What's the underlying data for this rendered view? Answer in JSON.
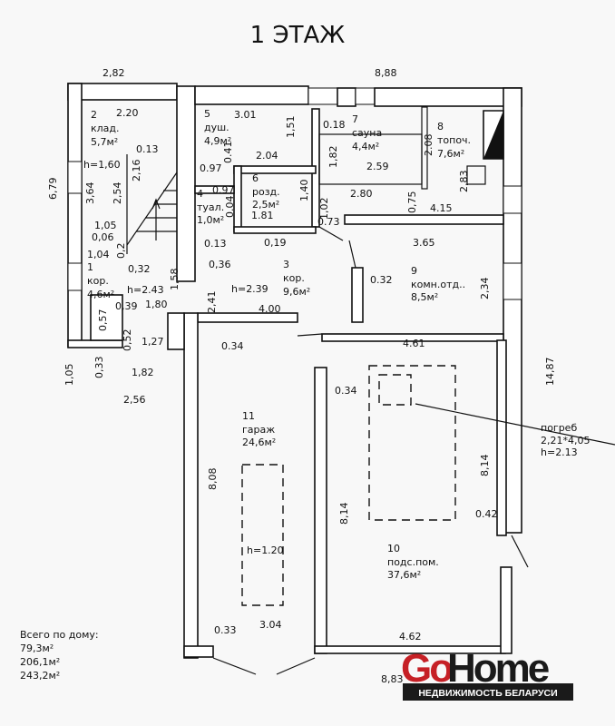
{
  "title": "1 ЭТАЖ",
  "rooms": [
    {
      "num": "1",
      "name": "кор.",
      "area": "4,6м²"
    },
    {
      "num": "2",
      "name": "клад.",
      "area": "5,7м²"
    },
    {
      "num": "3",
      "name": "кор.",
      "area": "9,6м²"
    },
    {
      "num": "4",
      "name": "туал.",
      "area": "1,0м²"
    },
    {
      "num": "5",
      "name": "душ.",
      "area": "4,9м²"
    },
    {
      "num": "6",
      "name": "розд.",
      "area": "2,5м²"
    },
    {
      "num": "7",
      "name": "сауна",
      "area": "4,4м²"
    },
    {
      "num": "8",
      "name": "топоч.",
      "area": "7,6м²"
    },
    {
      "num": "9",
      "name": "комн.отд..",
      "area": "8,5м²"
    },
    {
      "num": "10",
      "name": "подс.пом.",
      "area": "37,6м²"
    },
    {
      "num": "11",
      "name": "гараж",
      "area": "24,6м²"
    }
  ],
  "dims": [
    "2,82",
    "8,88",
    "6,79",
    "14,87",
    "2.20",
    "3.01",
    "1,51",
    "0.18",
    "2.08",
    "1,82",
    "2.59",
    "2,83",
    "2.80",
    "0,75",
    "4.15",
    "1,40",
    "1,02",
    "0.73",
    "3.65",
    "2,34",
    "0.32",
    "0.13",
    "2,16",
    "h=1,60",
    "3,64",
    "2,54",
    "1,05",
    "0,06",
    "1,04",
    "0,2",
    "0,32",
    "0,36",
    "1,58",
    "0.41",
    "2.04",
    "0.97",
    "0.97",
    "0.04",
    "0.13",
    "0,19",
    "1.81",
    "h=2.43",
    "h=2.39",
    "1,80",
    "2,41",
    "4.00",
    "0,39",
    "0,57",
    "0,52",
    "1,27",
    "0.34",
    "0,33",
    "1,05",
    "1,82",
    "2,56",
    "0.34",
    "4.61",
    "8,08",
    "8,14",
    "8,14",
    "0.42",
    "h=1.20",
    "0.33",
    "3.04",
    "4.62",
    "8,83"
  ],
  "cellar": {
    "name": "погреб",
    "size": "2,21*4,05",
    "height": "h=2.13"
  },
  "totals": {
    "label": "Всего по дому:",
    "values": [
      "79,3м²",
      "206,1м²",
      "243,2м²"
    ]
  },
  "logo": {
    "go": "Go",
    "home": "Home",
    "tagline": "НЕДВИЖИМОСТЬ БЕЛАРУСИ",
    "go_color": "#c62026",
    "home_color": "#1a1a1a"
  }
}
